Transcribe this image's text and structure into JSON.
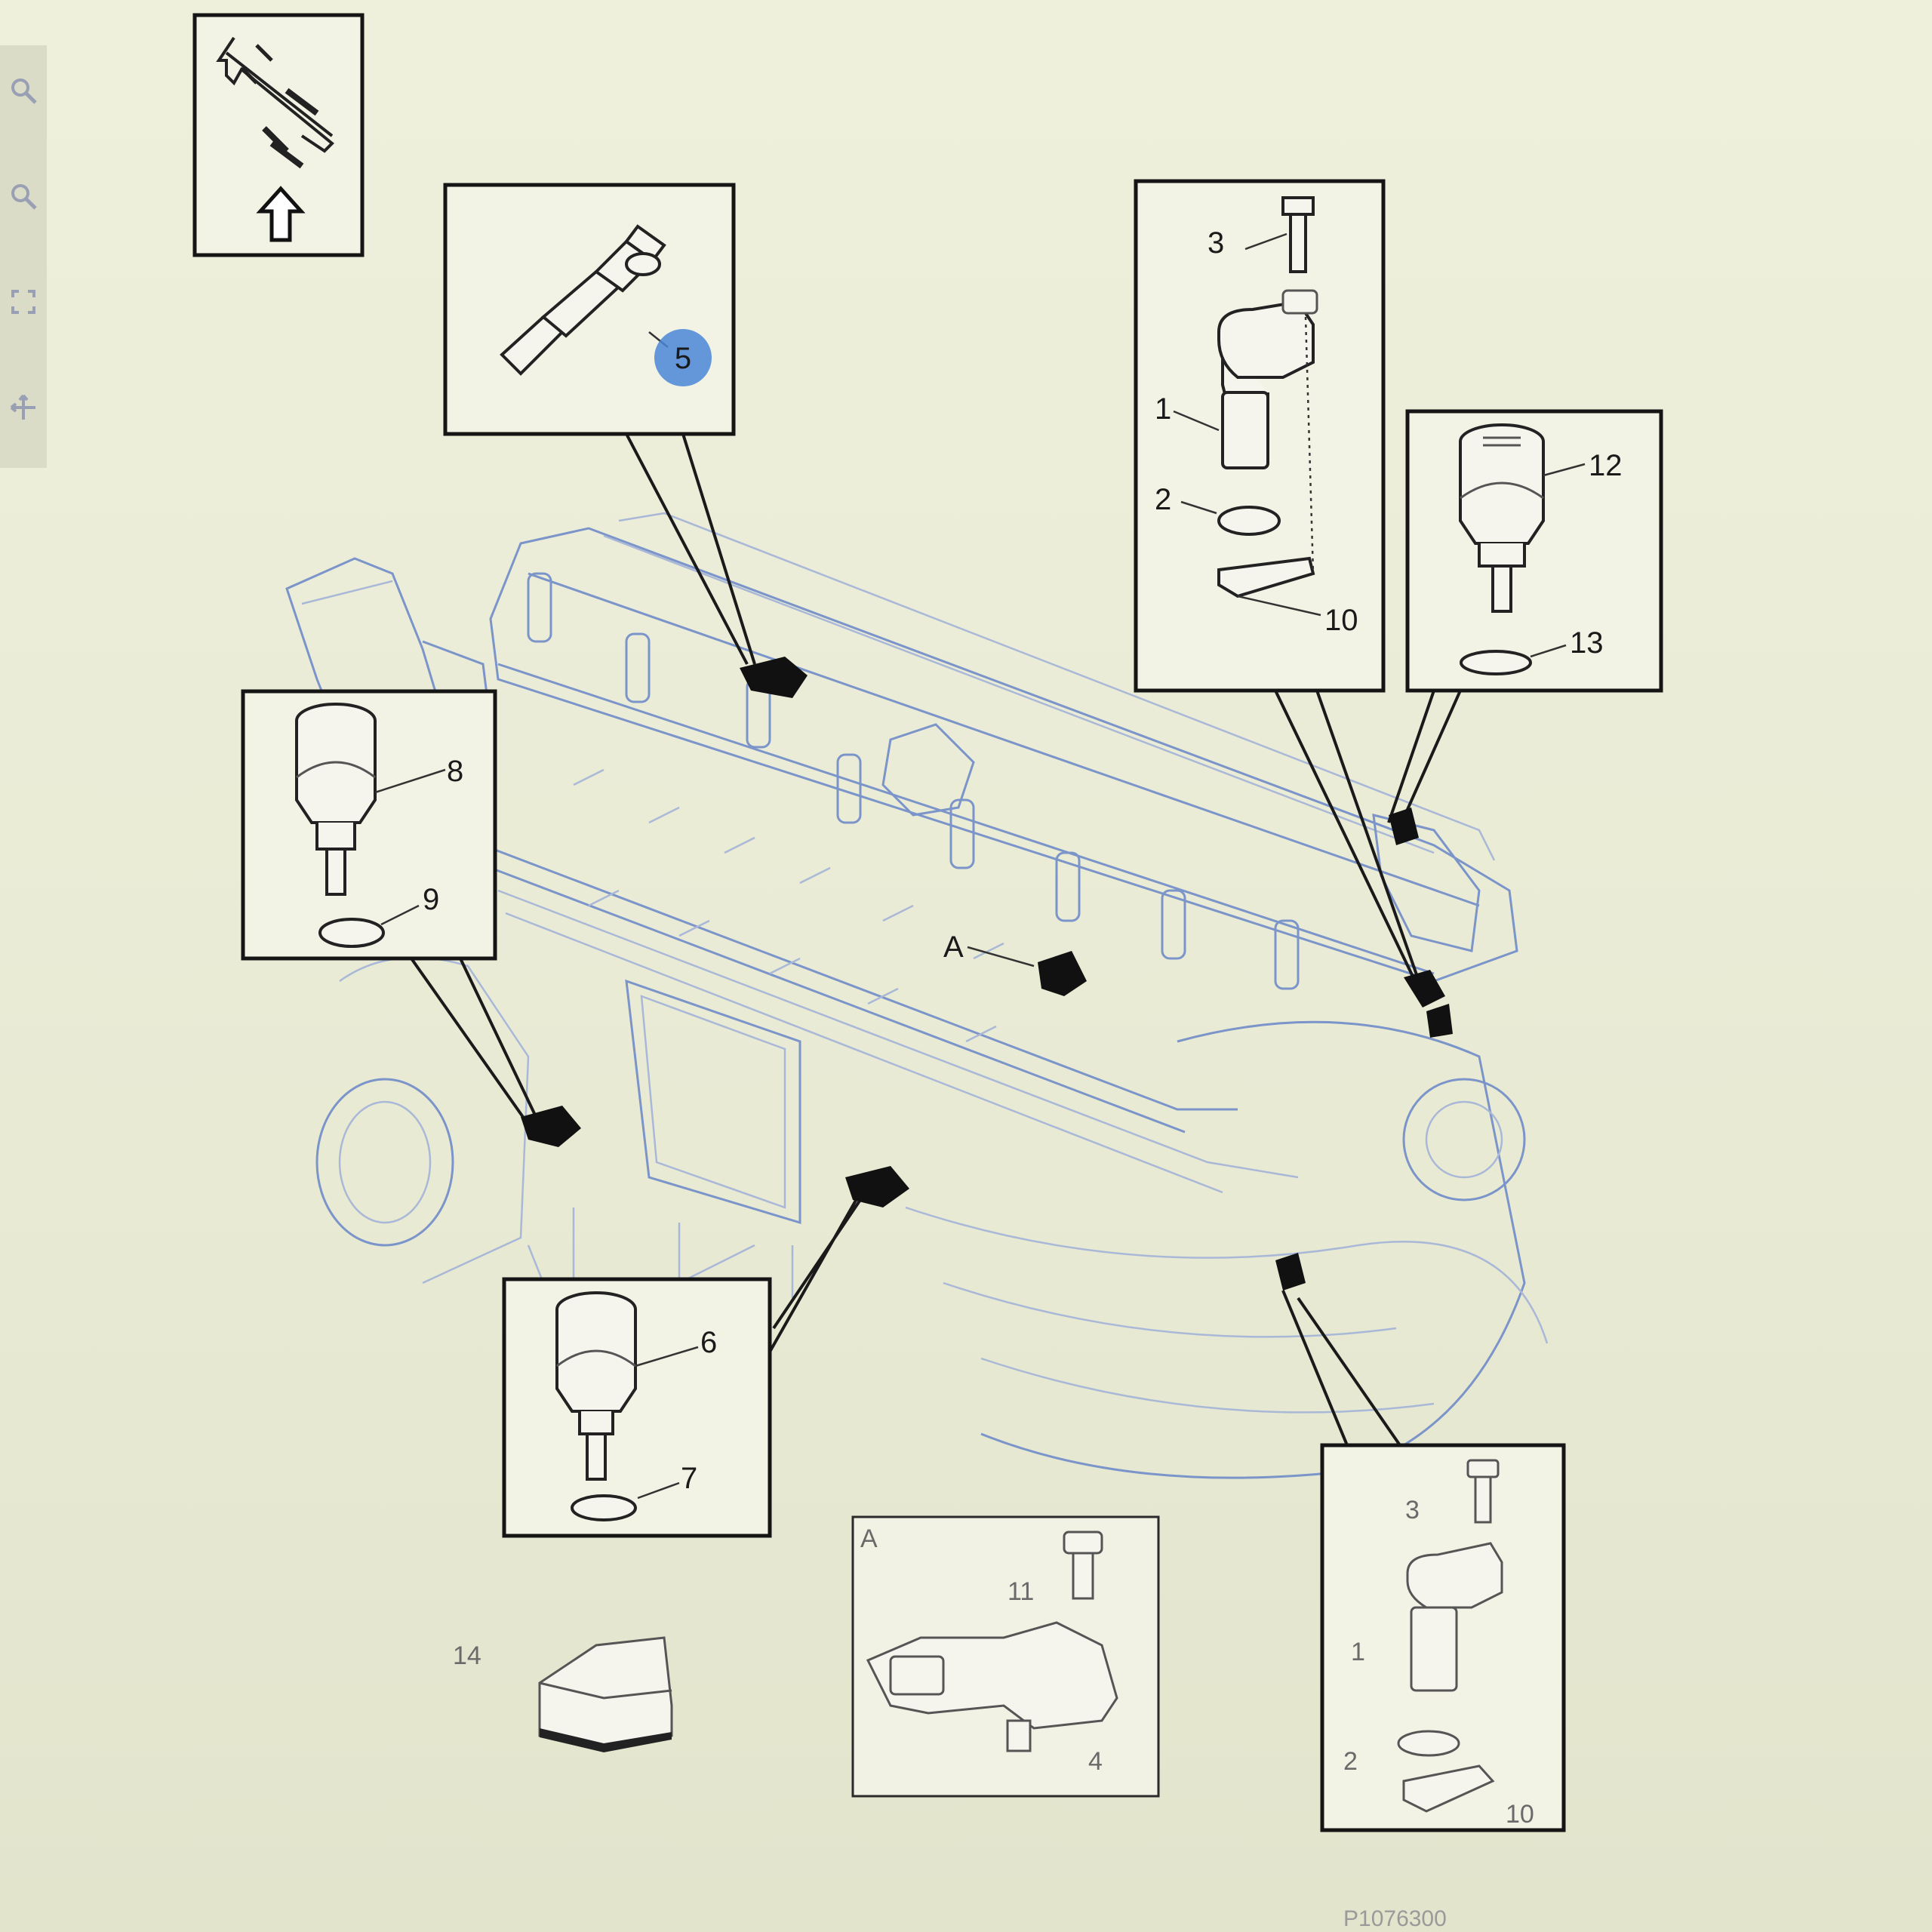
{
  "diagram": {
    "callouts": {
      "c1": "1",
      "c2": "2",
      "c3": "3",
      "c10": "10",
      "c12": "12",
      "c13": "13",
      "c5": "5",
      "c8": "8",
      "c9": "9",
      "c6": "6",
      "c7": "7",
      "c14": "14",
      "cA": "A",
      "c11": "11",
      "c4": "4",
      "cA2": "A",
      "c3b": "3",
      "c1b": "1",
      "c2b": "2",
      "c10b": "10"
    },
    "figure_id": "P1076300"
  },
  "toolbar": {
    "tools": [
      "zoom-icon",
      "zoom-in-icon",
      "fit-icon",
      "pan-icon"
    ]
  },
  "colors": {
    "highlight": "#4a86d8",
    "engine_lines": "#7b94c9"
  }
}
